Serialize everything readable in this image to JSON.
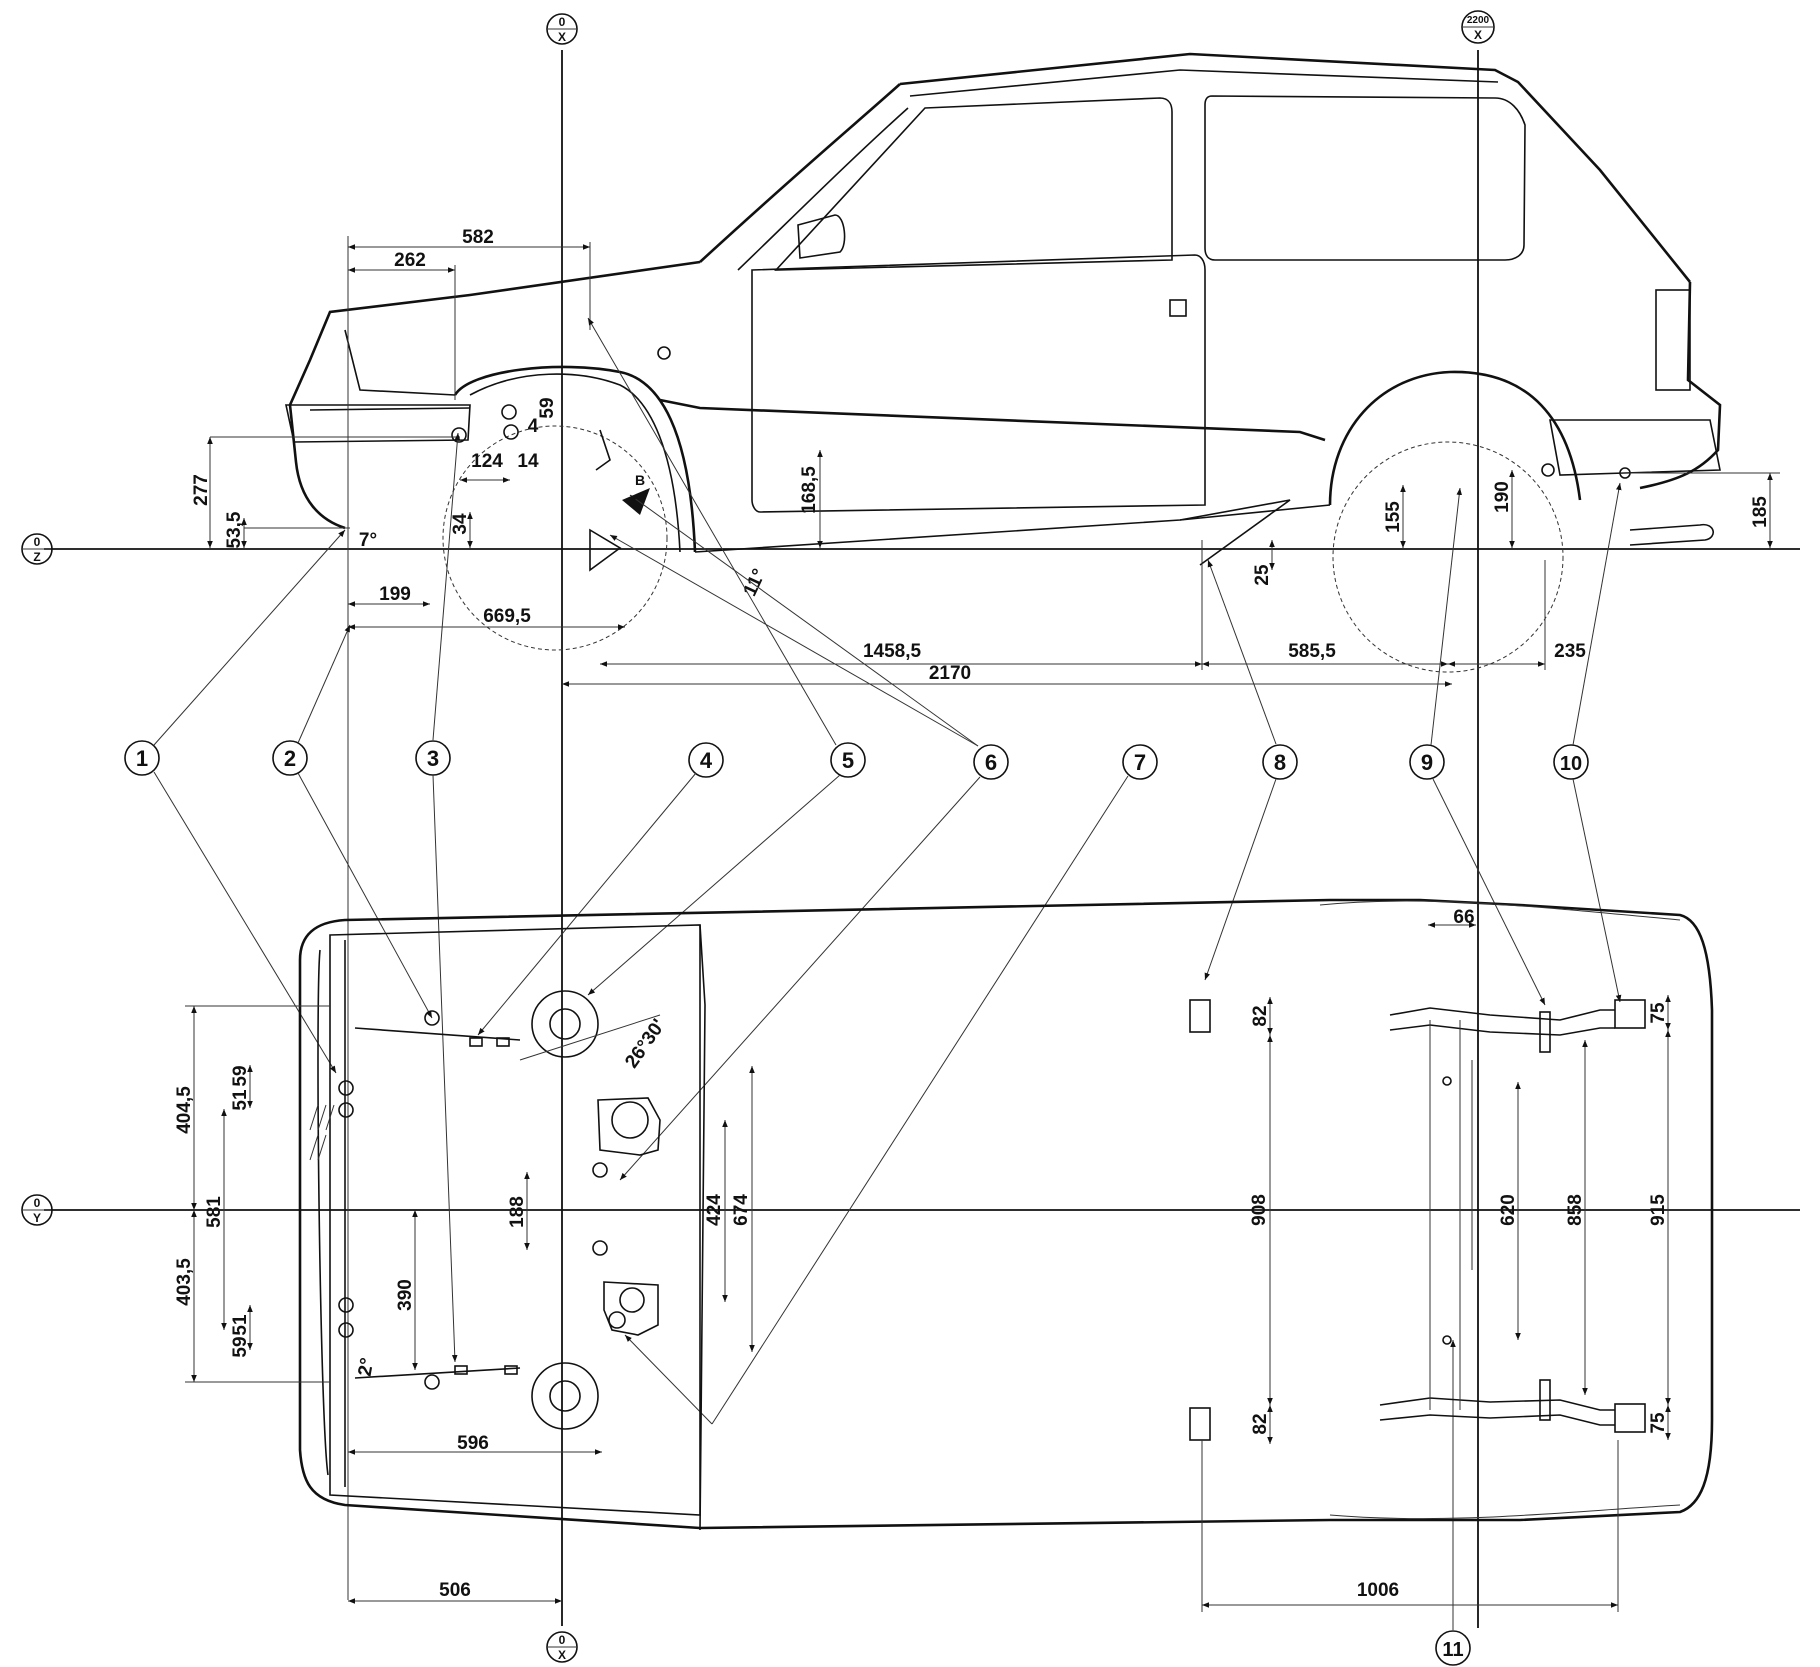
{
  "side_view": {
    "dims": {
      "d582": "582",
      "d262": "262",
      "d59": "59",
      "d4": "4",
      "d14": "14",
      "d124": "124",
      "d277": "277",
      "d53_5": "53,5",
      "d7deg": "7°",
      "d34": "34",
      "d199": "199",
      "d669_5": "669,5",
      "d168_5": "168,5",
      "d11deg": "11°",
      "dB": "B",
      "d1458_5": "1458,5",
      "d2170": "2170",
      "d25": "25",
      "d155": "155",
      "d190": "190",
      "d585_5": "585,5",
      "d235": "235",
      "d185": "185"
    }
  },
  "bottom_view": {
    "dims": {
      "d66": "66",
      "d82a": "82",
      "d82b": "82",
      "d75a": "75",
      "d75b": "75",
      "d26_30": "26°30'",
      "d404_5": "404,5",
      "d59a": "59",
      "d51a": "51",
      "d581": "581",
      "d403_5": "403,5",
      "d51b": "51",
      "d59b": "59",
      "d390": "390",
      "d2deg": "2°",
      "d188": "188",
      "d424": "424",
      "d674": "674",
      "d908": "908",
      "d620": "620",
      "d858": "858",
      "d915": "915",
      "d596": "596",
      "d506": "506",
      "d1006": "1006"
    }
  },
  "callouts": [
    "1",
    "2",
    "3",
    "4",
    "5",
    "6",
    "7",
    "8",
    "9",
    "10",
    "11"
  ],
  "axis_markers": {
    "top_x0": {
      "top": "0",
      "bottom": "X"
    },
    "top_x2200": {
      "top": "2200",
      "bottom": "X"
    },
    "left_z0": {
      "top": "0",
      "bottom": "Z"
    },
    "left_y0": {
      "top": "0",
      "bottom": "Y"
    },
    "bottom_x0": {
      "top": "0",
      "bottom": "X"
    }
  }
}
